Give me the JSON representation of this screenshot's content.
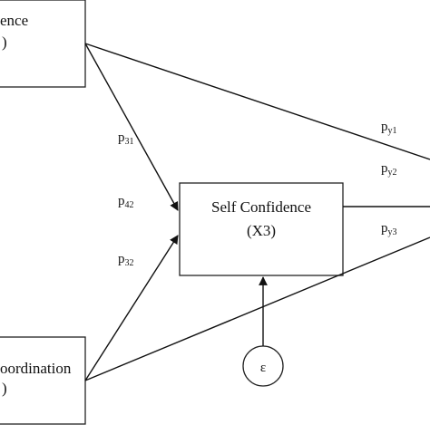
{
  "boxes": {
    "top_left": {
      "line1": "ence",
      "line2": ")"
    },
    "center": {
      "line1": "Self Confidence",
      "line2": "(X3)"
    },
    "bottom_left": {
      "line1": "oordination",
      "line2": ")"
    }
  },
  "error_node": {
    "label": "ε"
  },
  "paths": {
    "p31": {
      "base": "p",
      "sub": "31"
    },
    "p42": {
      "base": "p",
      "sub": "42"
    },
    "p32": {
      "base": "p",
      "sub": "32"
    },
    "py1": {
      "base": "p",
      "sub": "y1"
    },
    "py2": {
      "base": "p",
      "sub": "y2"
    },
    "py3": {
      "base": "p",
      "sub": "y3"
    }
  },
  "colors": {
    "line": "#111111",
    "box_border": "#222222",
    "background": "#ffffff"
  }
}
